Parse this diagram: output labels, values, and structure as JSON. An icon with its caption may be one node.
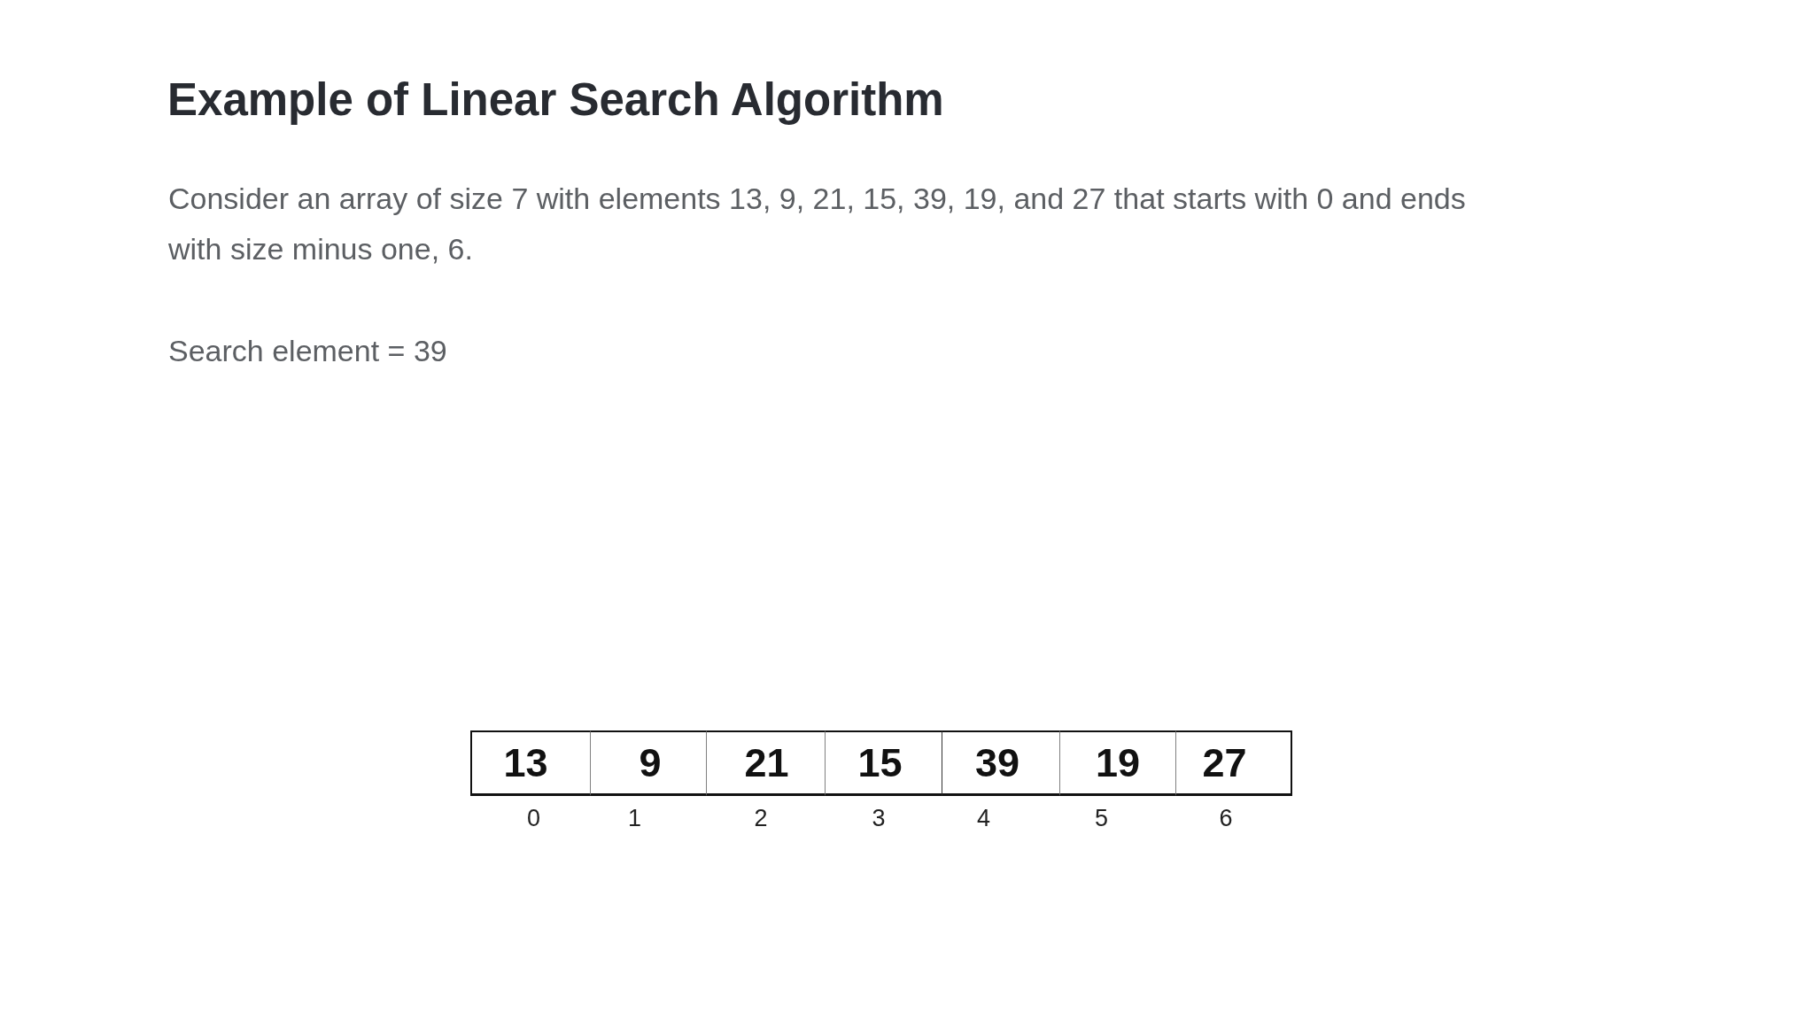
{
  "diagram": {
    "title": "Example of Linear Search Algorithm",
    "nodes": [
      {
        "text": [
          "13"
        ],
        "beside": [
          "0"
        ]
      },
      {
        "text": [
          "9"
        ],
        "beside": [
          "1"
        ]
      },
      {
        "text": [
          "21"
        ],
        "beside": [
          "2"
        ]
      },
      {
        "text": [
          "15"
        ],
        "beside": [
          "3"
        ]
      },
      {
        "text": [
          "39"
        ],
        "beside": [
          "4"
        ]
      },
      {
        "text": [
          "19"
        ],
        "beside": [
          "5"
        ]
      },
      {
        "text": [
          "27"
        ],
        "beside": [
          "6"
        ]
      }
    ],
    "labels": [
      "Consider an array of size 7 with elements 13, 9, 21, 15, 39, 19, and 27 that starts with 0 and ends with size minus one, 6.",
      "Search element = 39"
    ]
  }
}
